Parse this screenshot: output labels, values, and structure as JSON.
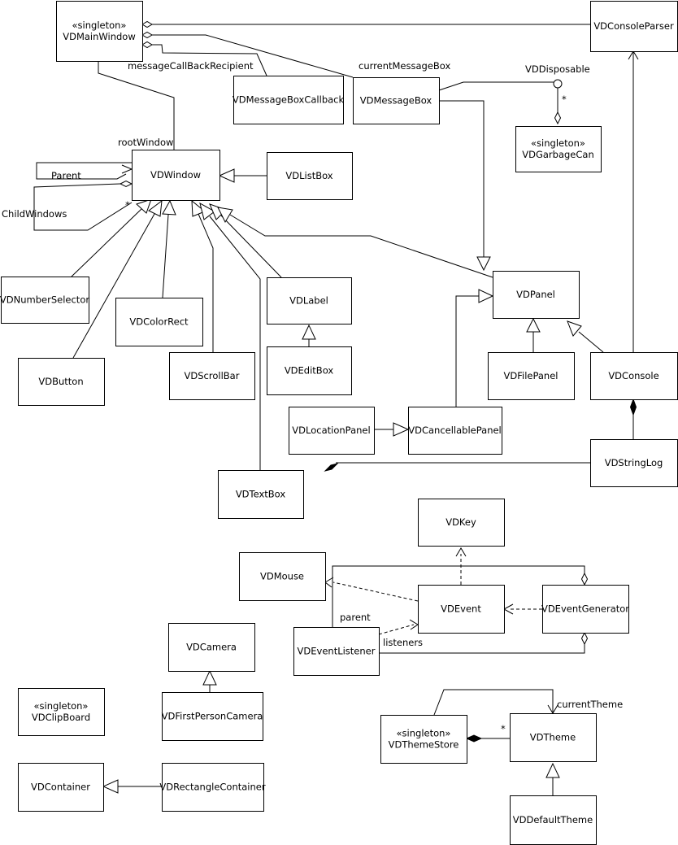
{
  "classes": [
    {
      "id": "mainwindow",
      "stereotype": "«singleton»",
      "name": "VDMainWindow"
    },
    {
      "id": "consoleparser",
      "name": "VDConsoleParser"
    },
    {
      "id": "msgboxcallback",
      "name": "VDMessageBoxCallback"
    },
    {
      "id": "msgbox",
      "name": "VDMessageBox"
    },
    {
      "id": "garbagecan",
      "stereotype": "«singleton»",
      "name": "VDGarbageCan"
    },
    {
      "id": "window",
      "name": "VDWindow"
    },
    {
      "id": "listbox",
      "name": "VDListBox"
    },
    {
      "id": "numberselector",
      "name": "VDNumberSelector"
    },
    {
      "id": "colorrect",
      "name": "VDColorRect"
    },
    {
      "id": "label",
      "name": "VDLabel"
    },
    {
      "id": "panel",
      "name": "VDPanel"
    },
    {
      "id": "button",
      "name": "VDButton"
    },
    {
      "id": "scrollbar",
      "name": "VDScrollBar"
    },
    {
      "id": "editbox",
      "name": "VDEditBox"
    },
    {
      "id": "filepanel",
      "name": "VDFilePanel"
    },
    {
      "id": "console",
      "name": "VDConsole"
    },
    {
      "id": "locationpanel",
      "name": "VDLocationPanel"
    },
    {
      "id": "cancellablepanel",
      "name": "VDCancellablePanel"
    },
    {
      "id": "stringlog",
      "name": "VDStringLog"
    },
    {
      "id": "textbox",
      "name": "VDTextBox"
    },
    {
      "id": "key",
      "name": "VDKey"
    },
    {
      "id": "mouse",
      "name": "VDMouse"
    },
    {
      "id": "event",
      "name": "VDEvent"
    },
    {
      "id": "eventgenerator",
      "name": "VDEventGenerator"
    },
    {
      "id": "camera",
      "name": "VDCamera"
    },
    {
      "id": "eventlistener",
      "name": "VDEventListener"
    },
    {
      "id": "clipboard",
      "stereotype": "«singleton»",
      "name": "VDClipBoard"
    },
    {
      "id": "firstpersoncamera",
      "name": "VDFirstPersonCamera"
    },
    {
      "id": "themestore",
      "stereotype": "«singleton»",
      "name": "VDThemeStore"
    },
    {
      "id": "theme",
      "name": "VDTheme"
    },
    {
      "id": "container",
      "name": "VDContainer"
    },
    {
      "id": "rectanglecontainer",
      "name": "VDRectangleContainer"
    },
    {
      "id": "defaulttheme",
      "name": "VDDefaultTheme"
    }
  ],
  "labels": {
    "message_callback_recipient": "messageCallBackRecipient",
    "current_message_box": "currentMessageBox",
    "vd_disposable": "VDDisposable",
    "garbage_multiplicity": "*",
    "root_window": "rootWindow",
    "parent": "Parent",
    "child_windows": "ChildWindows",
    "child_multiplicity": "*",
    "listener_parent": "parent",
    "listeners": "listeners",
    "current_theme": "currentTheme",
    "theme_multiplicity": "*"
  }
}
